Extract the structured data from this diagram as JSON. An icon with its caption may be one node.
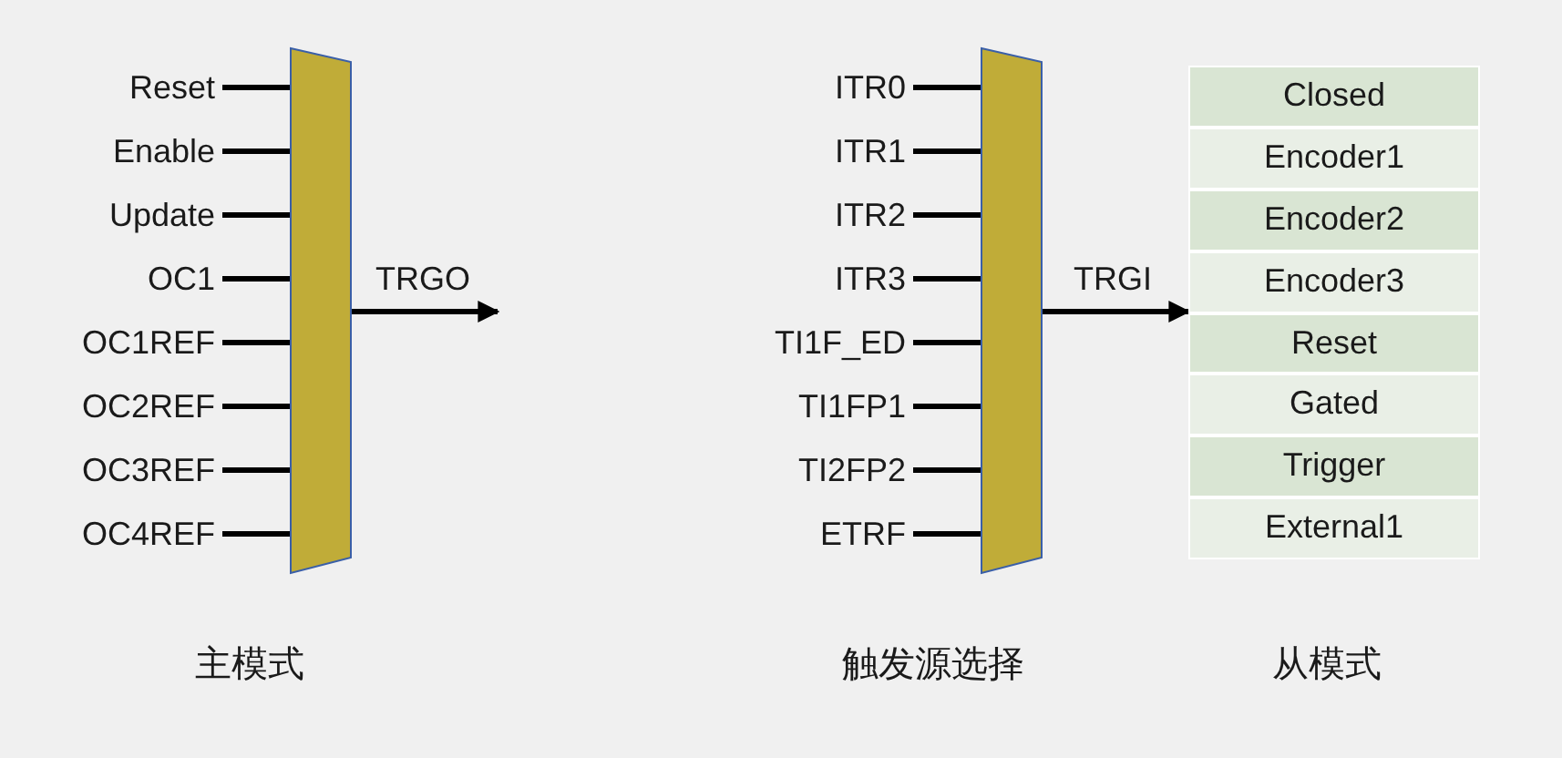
{
  "diagram": {
    "nodes": [
      {
        "text": [],
        "shape": "trapezoid",
        "beside": [
          "主模式"
        ]
      },
      {
        "text": [
          "Reset"
        ]
      },
      {
        "text": [
          "Enable"
        ]
      },
      {
        "text": [
          "Update"
        ]
      },
      {
        "text": [
          "OC1"
        ]
      },
      {
        "text": [
          "OC1REF"
        ]
      },
      {
        "text": [
          "OC2REF"
        ]
      },
      {
        "text": [
          "OC3REF"
        ]
      },
      {
        "text": [
          "OC4REF"
        ]
      },
      {
        "text": [],
        "shape": "trapezoid",
        "beside": [
          "触发源选择"
        ]
      },
      {
        "text": [
          "ITR0"
        ]
      },
      {
        "text": [
          "ITR1"
        ]
      },
      {
        "text": [
          "ITR2"
        ]
      },
      {
        "text": [
          "ITR3"
        ]
      },
      {
        "text": [
          "TI1F_ED"
        ]
      },
      {
        "text": [
          "TI1FP1"
        ]
      },
      {
        "text": [
          "TI2FP2"
        ]
      },
      {
        "text": [
          "ETRF"
        ]
      },
      {
        "text": [],
        "shape": "box",
        "beside": [
          "从模式"
        ]
      },
      {
        "text": [
          "Closed"
        ],
        "in": 18
      },
      {
        "text": [
          "Encoder1"
        ],
        "in": 18
      },
      {
        "text": [
          "Encoder2"
        ],
        "in": 18
      },
      {
        "text": [
          "Encoder3"
        ],
        "in": 18
      },
      {
        "text": [
          "Reset"
        ],
        "in": 18
      },
      {
        "text": [
          "Gated"
        ],
        "in": 18
      },
      {
        "text": [
          "Trigger"
        ],
        "in": 18
      },
      {
        "text": [
          "External1"
        ],
        "in": 18
      }
    ],
    "edges": [
      {
        "from": 1,
        "to": 0,
        "arrow": "none"
      },
      {
        "from": 2,
        "to": 0,
        "arrow": "none"
      },
      {
        "from": 3,
        "to": 0,
        "arrow": "none"
      },
      {
        "from": 4,
        "to": 0,
        "arrow": "none"
      },
      {
        "from": 5,
        "to": 0,
        "arrow": "none"
      },
      {
        "from": 6,
        "to": 0,
        "arrow": "none"
      },
      {
        "from": 7,
        "to": 0,
        "arrow": "none"
      },
      {
        "from": 8,
        "to": 0,
        "arrow": "none"
      },
      {
        "from": 0,
        "to": null,
        "arrow": "to",
        "label": "TRGO"
      },
      {
        "from": 10,
        "to": 9,
        "arrow": "none"
      },
      {
        "from": 11,
        "to": 9,
        "arrow": "none"
      },
      {
        "from": 12,
        "to": 9,
        "arrow": "none"
      },
      {
        "from": 13,
        "to": 9,
        "arrow": "none"
      },
      {
        "from": 14,
        "to": 9,
        "arrow": "none"
      },
      {
        "from": 15,
        "to": 9,
        "arrow": "none"
      },
      {
        "from": 16,
        "to": 9,
        "arrow": "none"
      },
      {
        "from": 17,
        "to": 9,
        "arrow": "none"
      },
      {
        "from": 9,
        "to": 18,
        "arrow": "to",
        "label": "TRGI"
      }
    ]
  }
}
